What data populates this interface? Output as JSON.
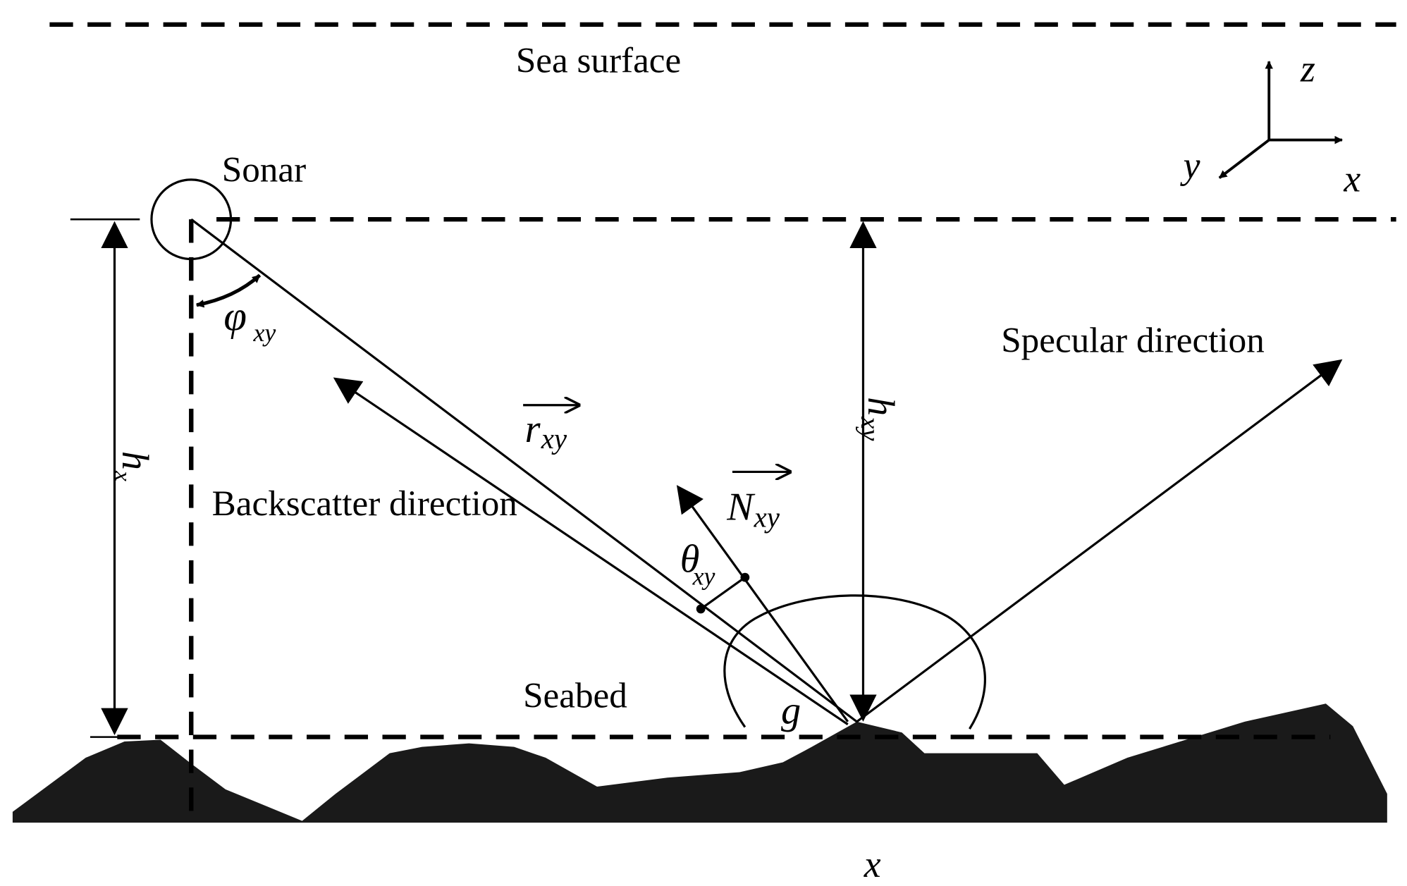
{
  "labels": {
    "sea_surface": "Sea surface",
    "sonar": "Sonar",
    "specular_direction": "Specular direction",
    "backscatter_direction": "Backscatter direction",
    "seabed": "Seabed",
    "x_bottom": "x"
  },
  "axes": {
    "z": "z",
    "x": "x",
    "y": "y"
  },
  "symbols": {
    "phi": "φ",
    "phi_sub": "xy",
    "r": "r",
    "r_sub": "xy",
    "N": "N",
    "N_sub": "xy",
    "theta": "θ",
    "theta_sub": "xy",
    "h_left": "h",
    "h_left_sub": "x",
    "h_right": "h",
    "h_right_sub": "xy",
    "g": "g"
  },
  "colors": {
    "stroke": "#000000",
    "seabed_fill": "#1a1a1a",
    "background": "#ffffff"
  }
}
